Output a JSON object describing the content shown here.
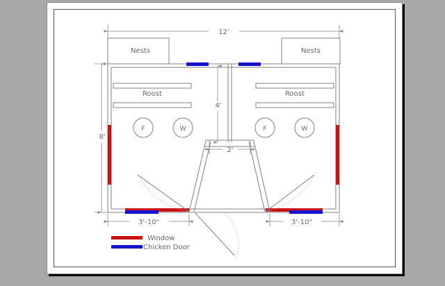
{
  "document": {
    "kind": "architectural-floor-plan",
    "subject": "Chicken coop floor plan",
    "background_color": "#a8a8a8",
    "sheet_color": "#ffffff"
  },
  "colors": {
    "window": "#cc1111",
    "chicken_door": "#1414cc",
    "line": "#808080",
    "line_dark": "#555555",
    "text": "#666666",
    "swing_arc": "#bbbbbb",
    "shadow": "#000000"
  },
  "dimensions": {
    "overall_width": "12'",
    "overall_height": "8'",
    "partition_length": "4'",
    "vestibule_width": "2'",
    "left_wall_segment": "3'-10\"",
    "right_wall_segment": "3'-10\""
  },
  "rooms": {
    "left": {
      "nests_label": "Nests",
      "roost_label": "Roost",
      "feeder_label": "F",
      "waterer_label": "W"
    },
    "right": {
      "nests_label": "Nests",
      "roost_label": "Roost",
      "feeder_label": "F",
      "waterer_label": "W"
    }
  },
  "legend": {
    "items": [
      {
        "label": "Window",
        "color": "#cc1111",
        "swatch": "window-swatch"
      },
      {
        "label": "Chicken Door",
        "color": "#1414cc",
        "swatch": "chicken-door-swatch"
      }
    ]
  },
  "features": {
    "windows": [
      {
        "name": "left-wall-window",
        "orientation": "vertical"
      },
      {
        "name": "right-wall-window",
        "orientation": "vertical"
      },
      {
        "name": "bottom-left-window",
        "orientation": "horizontal"
      },
      {
        "name": "bottom-right-window",
        "orientation": "horizontal"
      }
    ],
    "chicken_doors": [
      {
        "name": "top-left-chicken-door",
        "orientation": "horizontal"
      },
      {
        "name": "top-right-chicken-door",
        "orientation": "horizontal"
      },
      {
        "name": "bottom-left-chicken-door",
        "orientation": "horizontal"
      },
      {
        "name": "bottom-right-chicken-door",
        "orientation": "horizontal"
      }
    ],
    "doors": [
      {
        "name": "left-interior-door",
        "swing": "arc"
      },
      {
        "name": "right-interior-door",
        "swing": "arc"
      },
      {
        "name": "exterior-entry-door",
        "swing": "arc"
      }
    ]
  }
}
